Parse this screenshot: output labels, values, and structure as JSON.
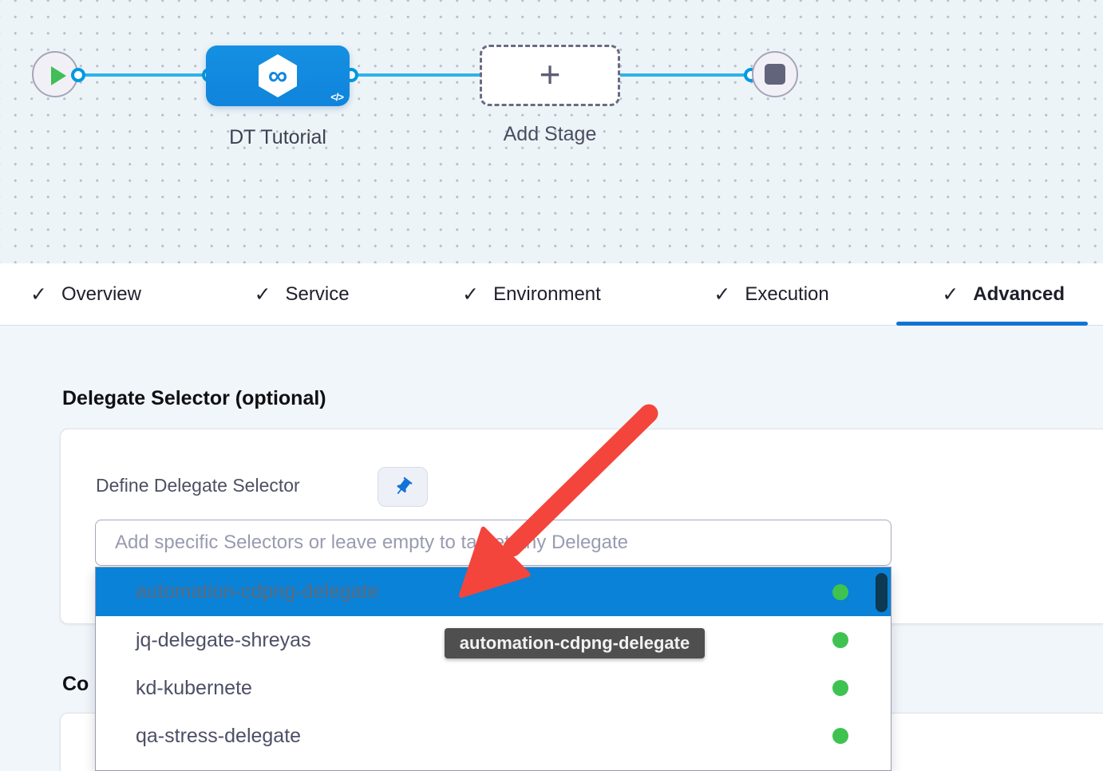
{
  "pipeline_canvas": {
    "start_node": {
      "icon": "play-icon"
    },
    "stage_node": {
      "label": "DT Tutorial",
      "icon": "harness-infinity-icon",
      "infinity_glyph": "∞",
      "code_glyph": "</>"
    },
    "add_stage_node": {
      "label": "Add Stage",
      "plus_glyph": "+"
    },
    "end_node": {
      "icon": "stop-icon"
    }
  },
  "tabs": {
    "check_glyph": "✓",
    "active": "Advanced",
    "items": [
      {
        "label": "Overview",
        "checked": true
      },
      {
        "label": "Service",
        "checked": true
      },
      {
        "label": "Environment",
        "checked": true
      },
      {
        "label": "Execution",
        "checked": true
      },
      {
        "label": "Advanced",
        "checked": true
      }
    ]
  },
  "advanced": {
    "section_title": "Delegate Selector (optional)",
    "define_label": "Define Delegate Selector",
    "input_placeholder": "Add specific Selectors or leave empty to target any Delegate",
    "input_value": "",
    "partial_section_title": "Co"
  },
  "dropdown": {
    "items": [
      {
        "label": "automation-cdpng-delegate",
        "status": "connected",
        "selected": true
      },
      {
        "label": "jq-delegate-shreyas",
        "status": "connected",
        "selected": false
      },
      {
        "label": "kd-kubernete",
        "status": "connected",
        "selected": false
      },
      {
        "label": "qa-stress-delegate",
        "status": "connected",
        "selected": false
      }
    ]
  },
  "tooltip": {
    "text": "automation-cdpng-delegate"
  },
  "colors": {
    "accent_blue": "#0b82d7",
    "active_tab_underline": "#1273d4",
    "node_blue": "#1186de",
    "edge_cyan": "#2fb2e9",
    "status_green": "#3ec351",
    "arrow_red": "#f4453c",
    "tooltip_bg": "#4f4f4f",
    "canvas_bg": "#edf4f8",
    "page_bg": "#f1f6fa"
  }
}
